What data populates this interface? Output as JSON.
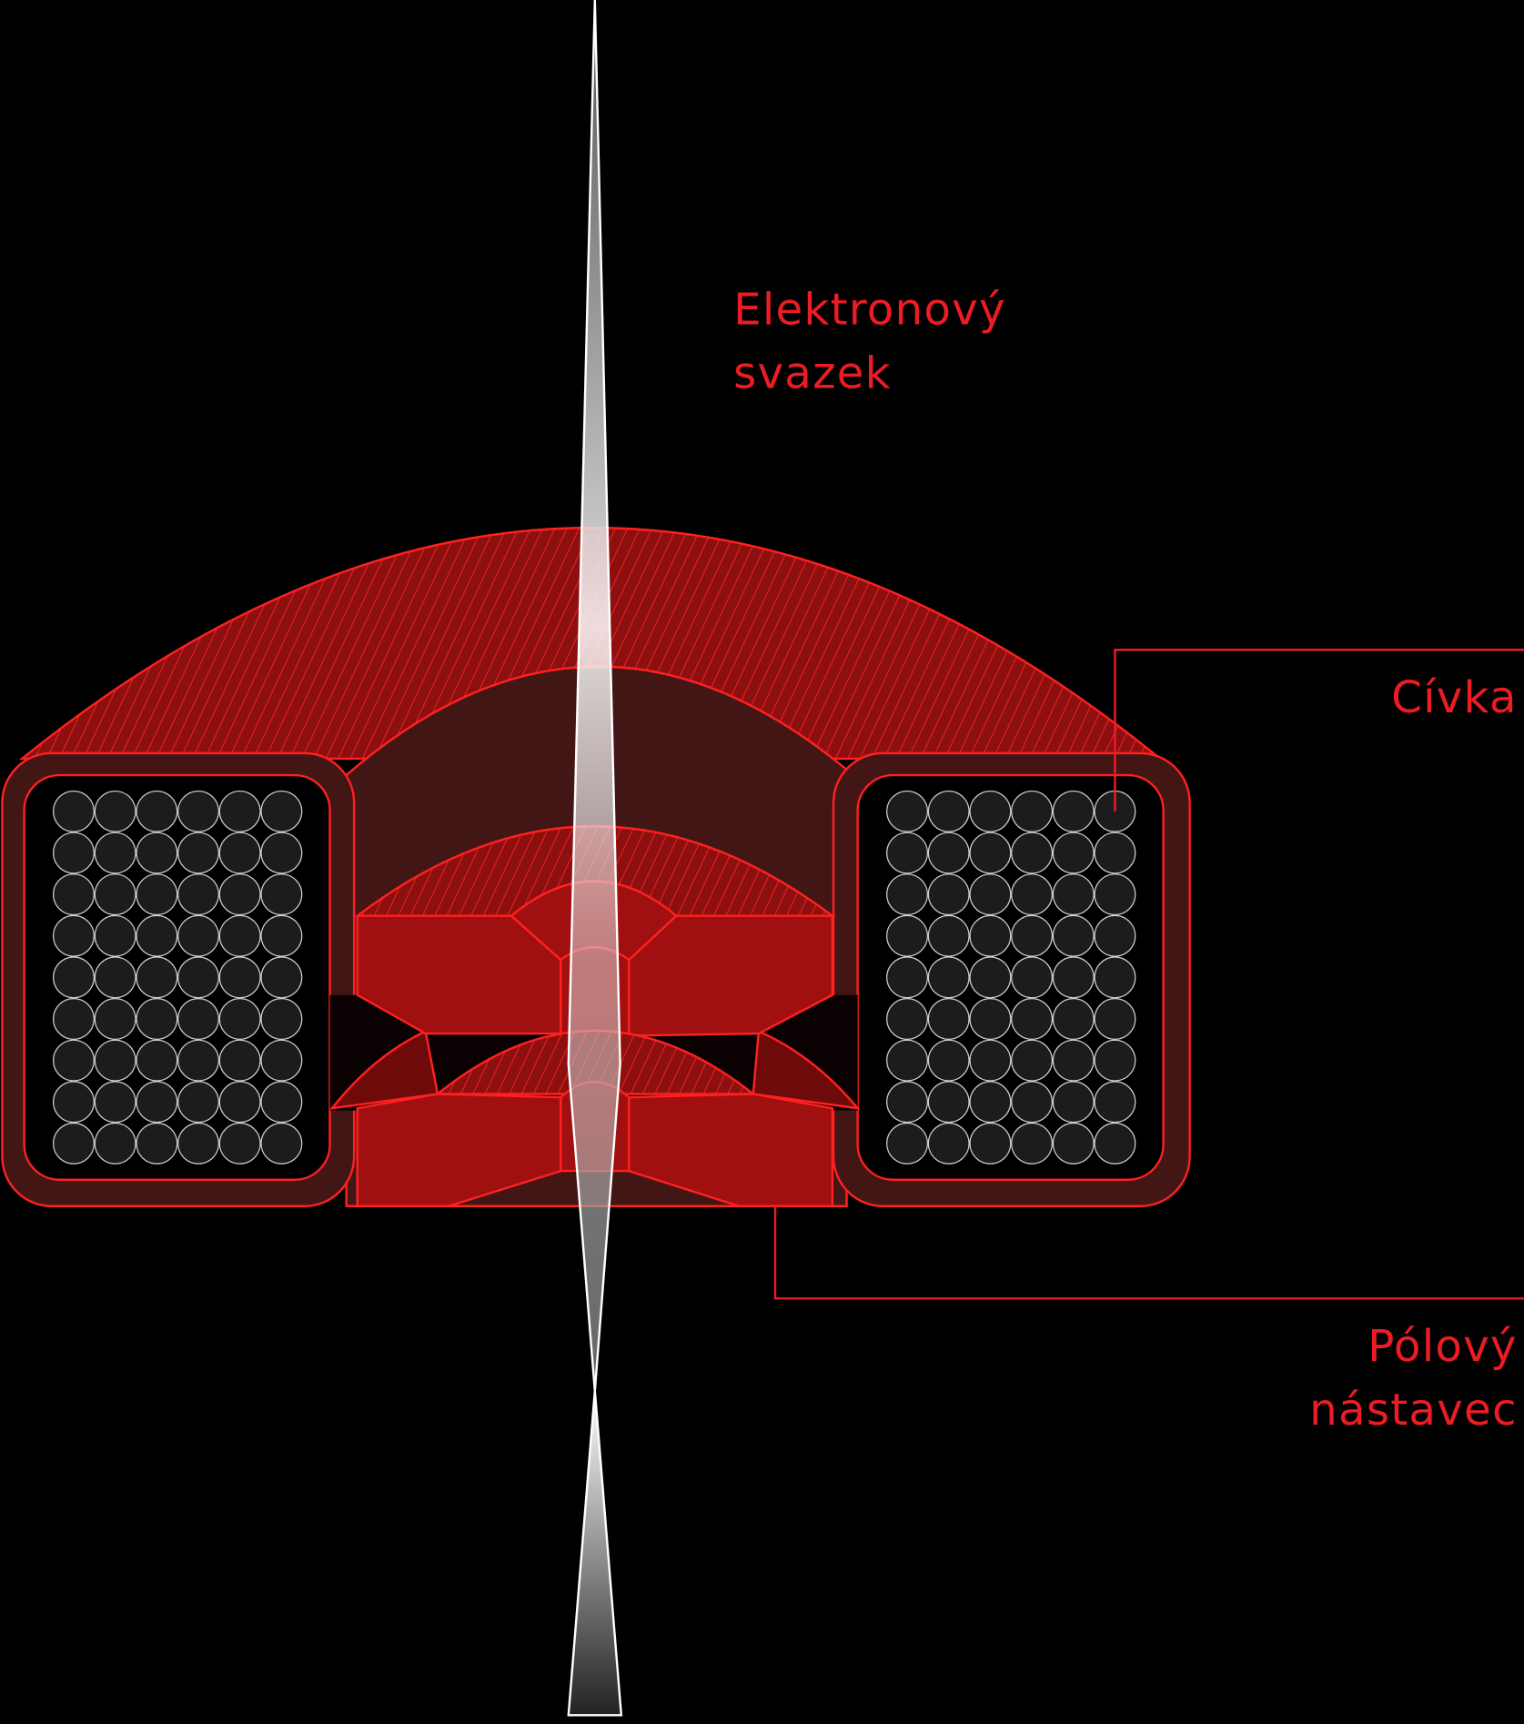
{
  "labels": {
    "beam_line1": "Elektronový",
    "beam_line2": "svazek",
    "coil": "Cívka",
    "pole_line1": "Pólový",
    "pole_line2": "nástavec"
  },
  "colors": {
    "background": "#000000",
    "accent": "#ec1c24",
    "yoke_dark": "#431616",
    "pole_red": "#a01010",
    "wire": "#1c1c1c"
  },
  "coil": {
    "columns": 6,
    "rows": 9
  }
}
